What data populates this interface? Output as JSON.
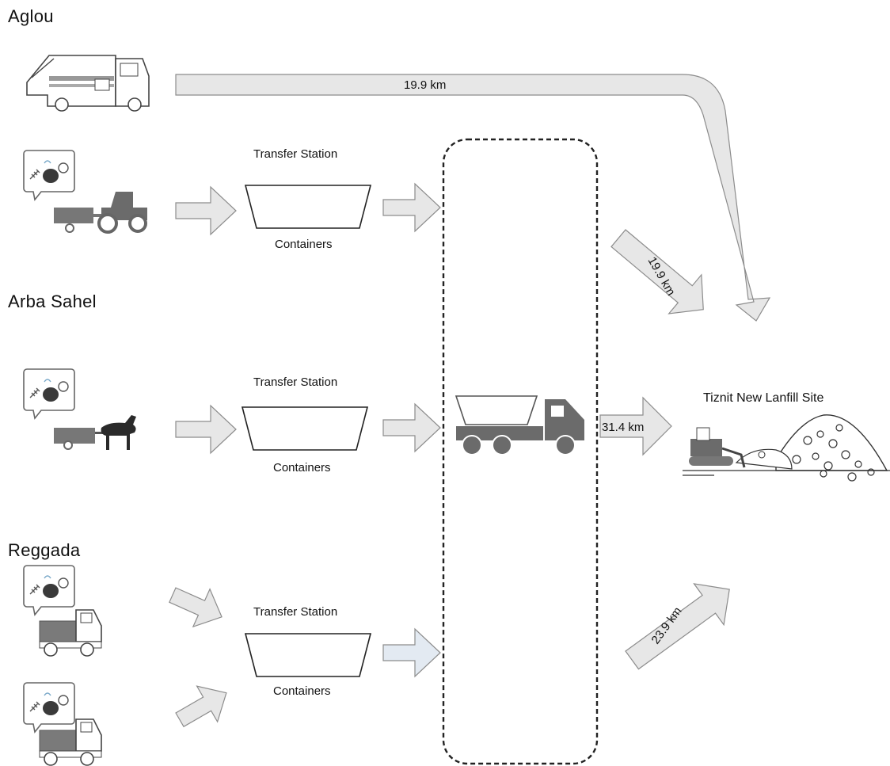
{
  "regions": {
    "aglou": "Aglou",
    "arba_sahel": "Arba Sahel",
    "reggada": "Reggada"
  },
  "transfer_stations": [
    {
      "title": "Transfer Station",
      "container_label": "Containers"
    },
    {
      "title": "Transfer Station",
      "container_label": "Containers"
    },
    {
      "title": "Transfer Station",
      "container_label": "Containers"
    }
  ],
  "distances": {
    "aglou_direct": "19.9 km",
    "aglou_station": "19.9 km",
    "truck_to_site": "31.4 km",
    "reggada_station": "23.9 km"
  },
  "landfill": {
    "label": "Tiznit New Lanfill Site"
  },
  "colors": {
    "arrow_fill": "#e7e7e7",
    "arrow_stroke": "#8c8c8c",
    "arrow_blue_tint": "#e3eaf2",
    "vehicle_gray": "#6b6b6b",
    "dashed_border": "#222222"
  }
}
